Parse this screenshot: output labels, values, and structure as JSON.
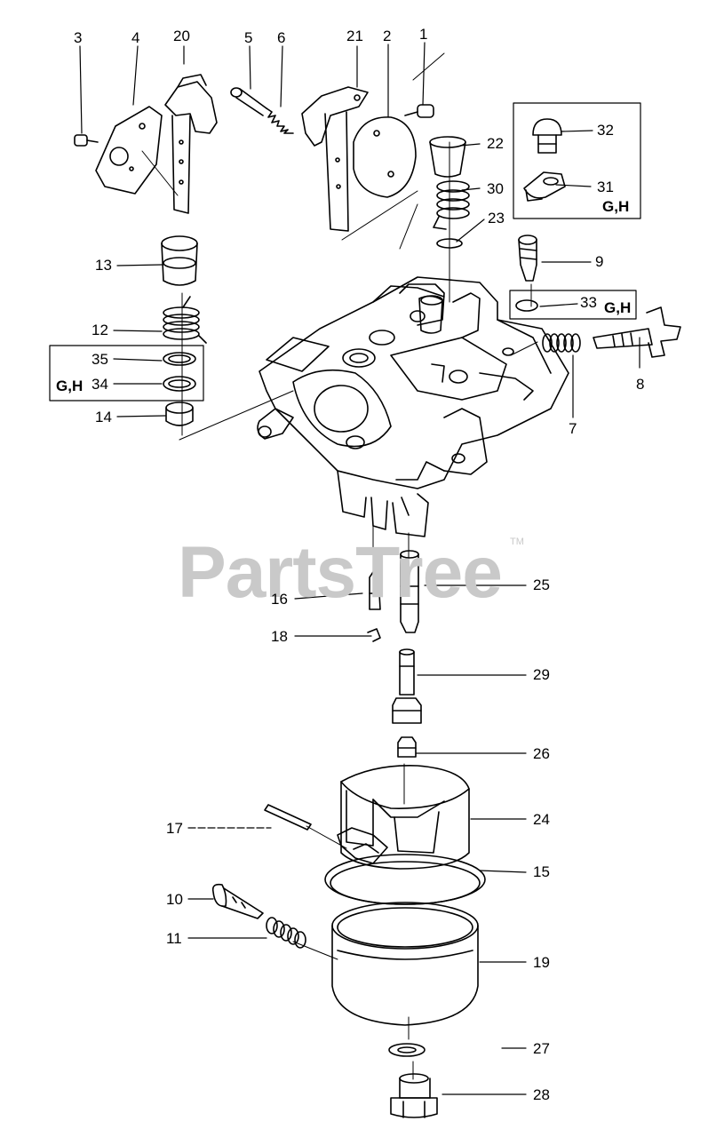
{
  "watermark": {
    "text": "PartsTree",
    "mark": "TM"
  },
  "callouts": [
    {
      "id": "p3",
      "text": "3"
    },
    {
      "id": "p4",
      "text": "4"
    },
    {
      "id": "p20",
      "text": "20"
    },
    {
      "id": "p5",
      "text": "5"
    },
    {
      "id": "p6",
      "text": "6"
    },
    {
      "id": "p21",
      "text": "21"
    },
    {
      "id": "p2",
      "text": "2"
    },
    {
      "id": "p1",
      "text": "1"
    },
    {
      "id": "p22",
      "text": "22"
    },
    {
      "id": "p32",
      "text": "32"
    },
    {
      "id": "p30",
      "text": "30"
    },
    {
      "id": "p31",
      "text": "31"
    },
    {
      "id": "gh1",
      "text": "G,H"
    },
    {
      "id": "p23",
      "text": "23"
    },
    {
      "id": "p9",
      "text": "9"
    },
    {
      "id": "p13",
      "text": "13"
    },
    {
      "id": "p33",
      "text": "33"
    },
    {
      "id": "gh2",
      "text": "G,H"
    },
    {
      "id": "p12",
      "text": "12"
    },
    {
      "id": "p35",
      "text": "35"
    },
    {
      "id": "gh3",
      "text": "G,H"
    },
    {
      "id": "p34",
      "text": "34"
    },
    {
      "id": "p8",
      "text": "8"
    },
    {
      "id": "p14",
      "text": "14"
    },
    {
      "id": "p7",
      "text": "7"
    },
    {
      "id": "p25",
      "text": "25"
    },
    {
      "id": "p16",
      "text": "16"
    },
    {
      "id": "p18",
      "text": "18"
    },
    {
      "id": "p29",
      "text": "29"
    },
    {
      "id": "p26",
      "text": "26"
    },
    {
      "id": "p24",
      "text": "24"
    },
    {
      "id": "p17",
      "text": "17"
    },
    {
      "id": "p15",
      "text": "15"
    },
    {
      "id": "p10",
      "text": "10"
    },
    {
      "id": "p11",
      "text": "11"
    },
    {
      "id": "p19",
      "text": "19"
    },
    {
      "id": "p27",
      "text": "27"
    },
    {
      "id": "p28",
      "text": "28"
    }
  ]
}
